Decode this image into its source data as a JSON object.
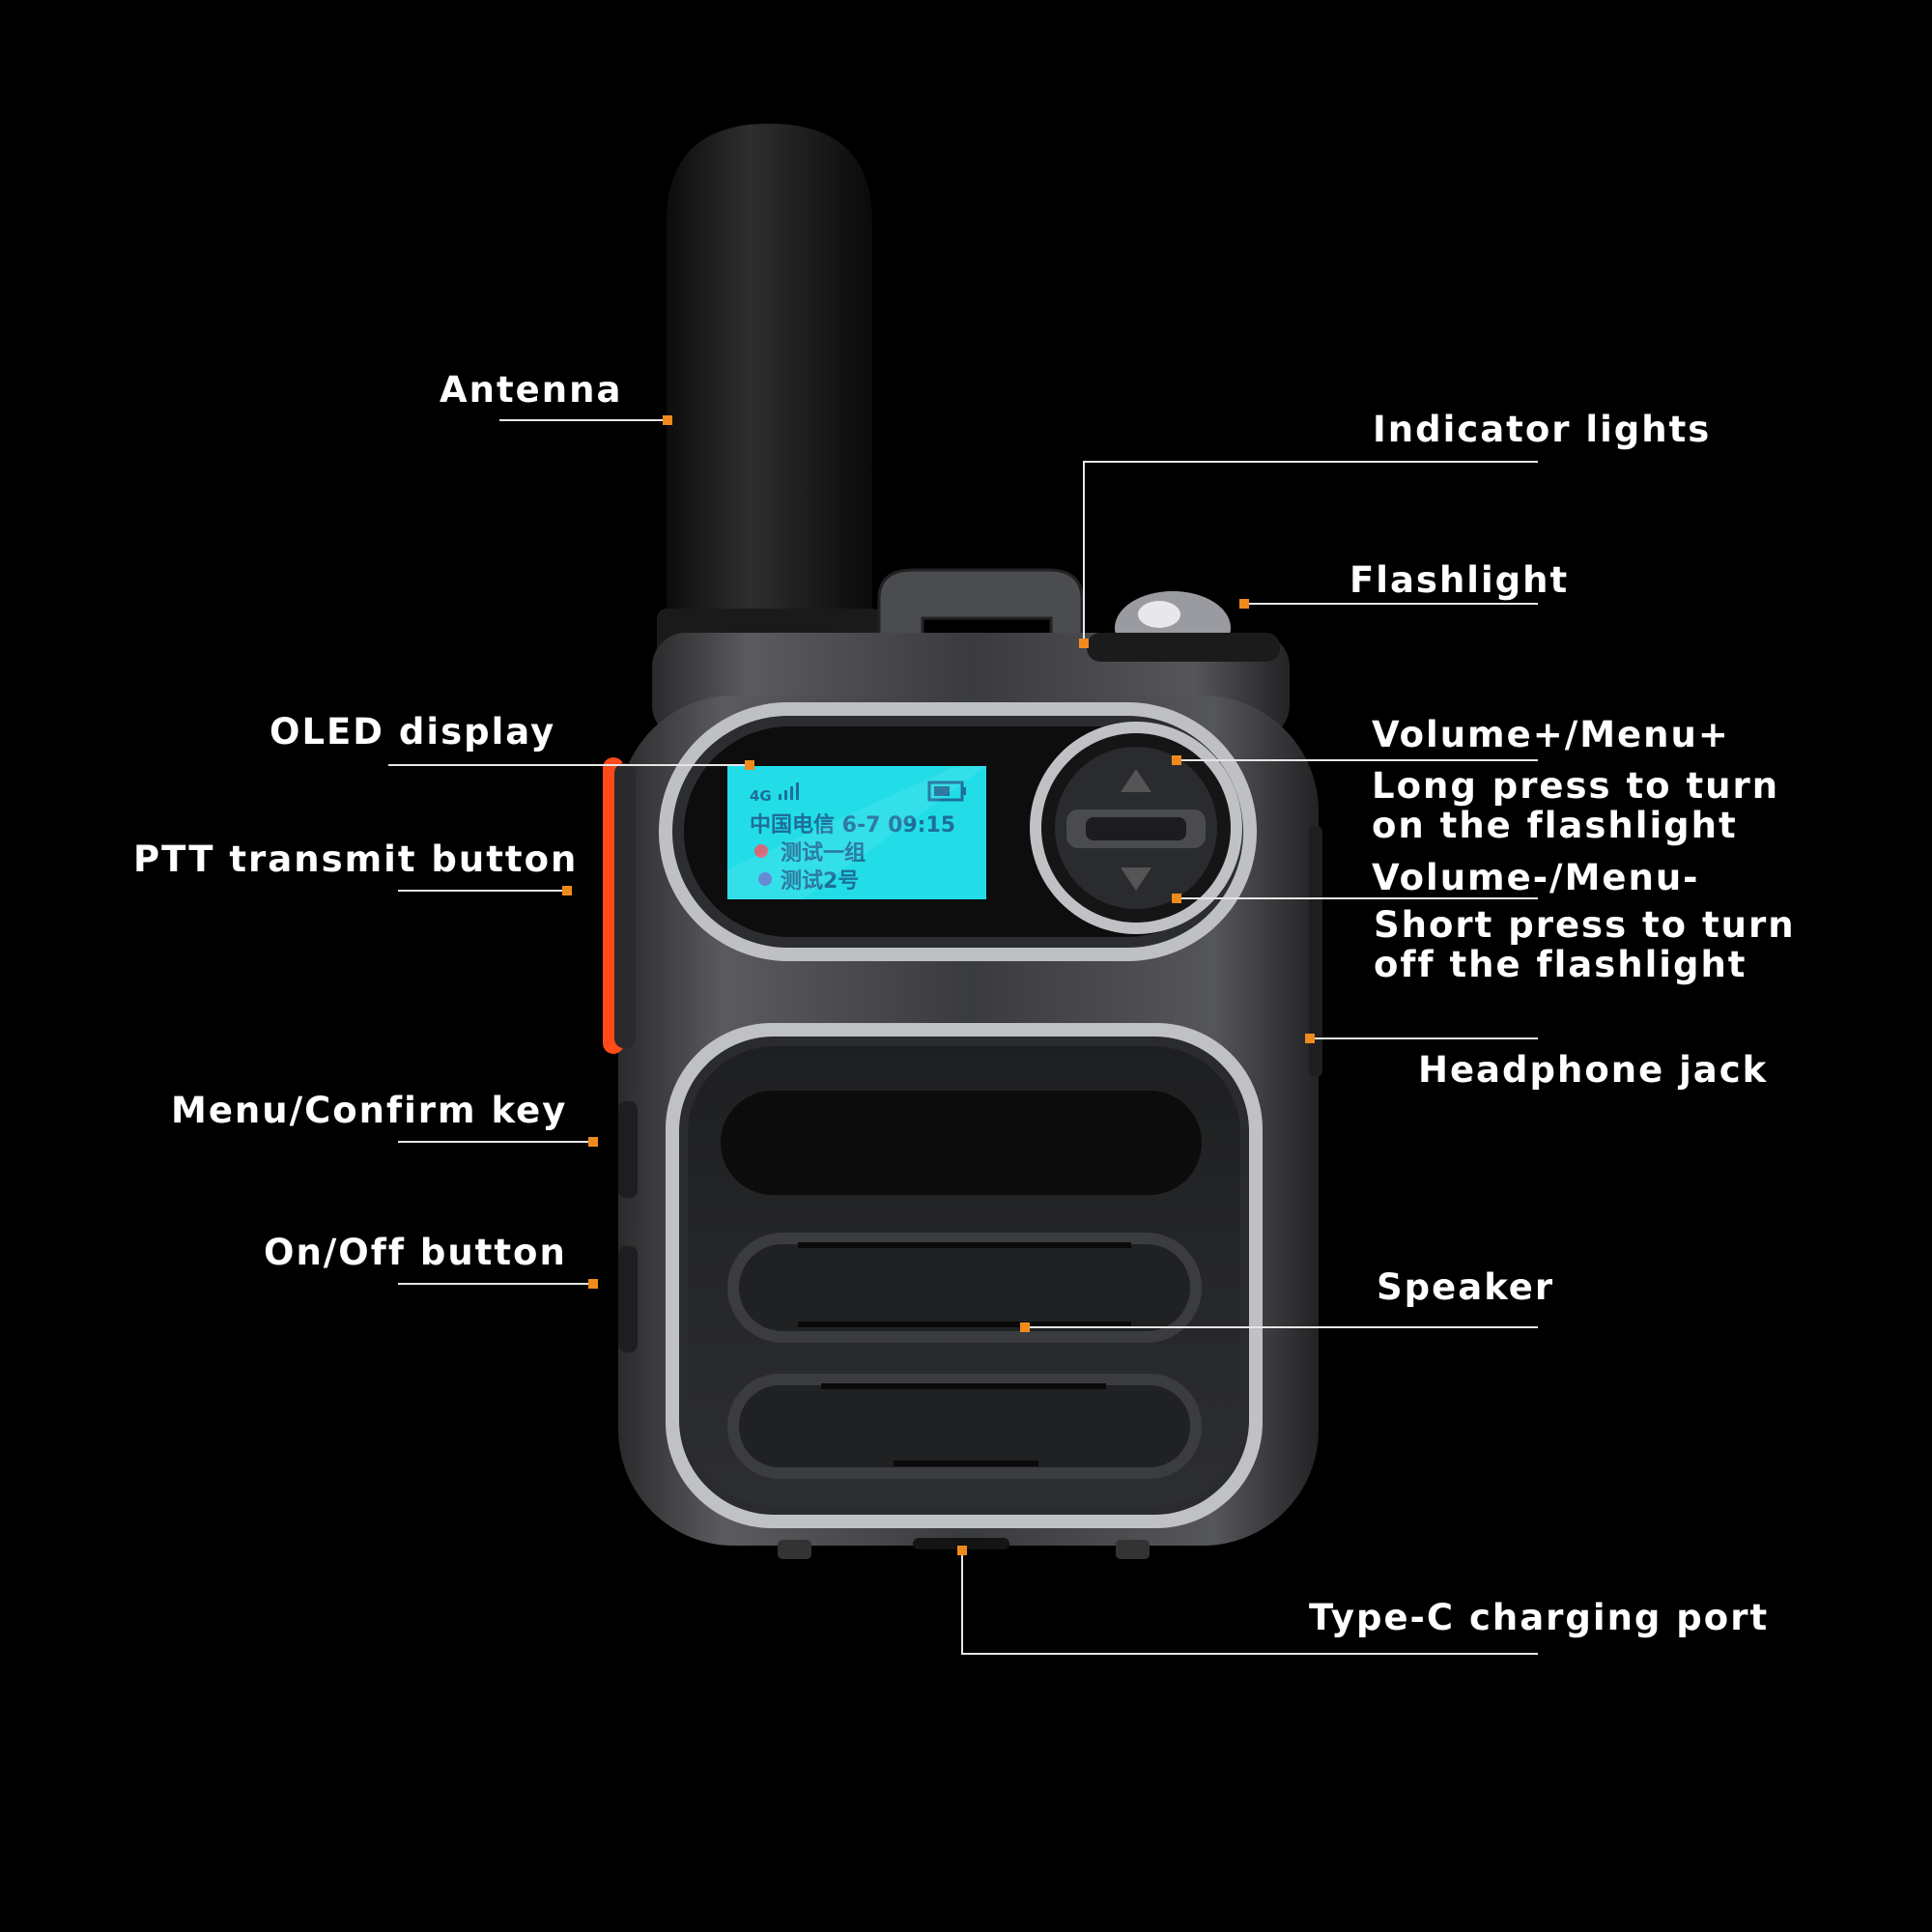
{
  "colors": {
    "background": "#000000",
    "leader_line": "#e6e6e6",
    "marker": "#f08a1c",
    "display": "#22dde8",
    "ptt": "#ff4a1a"
  },
  "labels": {
    "antenna": "Antenna",
    "indicator_lights": "Indicator lights",
    "flashlight": "Flashlight",
    "oled_display": "OLED display",
    "ptt": "PTT transmit button",
    "volume_up": "Volume+/Menu+",
    "volume_up_desc_1": "Long press to turn",
    "volume_up_desc_2": "on the flashlight",
    "volume_down": "Volume-/Menu-",
    "volume_down_desc_1": "Short press to turn",
    "volume_down_desc_2": "off the flashlight",
    "headphone_jack": "Headphone jack",
    "menu_confirm": "Menu/Confirm key",
    "on_off": "On/Off button",
    "speaker": "Speaker",
    "type_c": "Type-C charging port"
  },
  "screen": {
    "network": "4G",
    "carrier_line": "中国电信 6-7 09:15",
    "group": "测试一组",
    "member": "测试2号"
  }
}
